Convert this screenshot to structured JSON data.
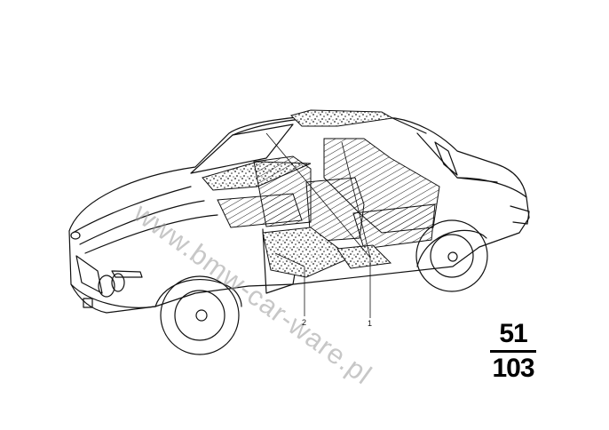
{
  "diagram": {
    "callouts": [
      {
        "id": "1",
        "label": "1"
      },
      {
        "id": "2",
        "label": "2"
      }
    ],
    "group_number": "51",
    "page_number": "103",
    "watermark_text": "www.bmw-car-ware.pl",
    "colors": {
      "ink": "#111111",
      "watermark": "#9a9a9a"
    }
  }
}
